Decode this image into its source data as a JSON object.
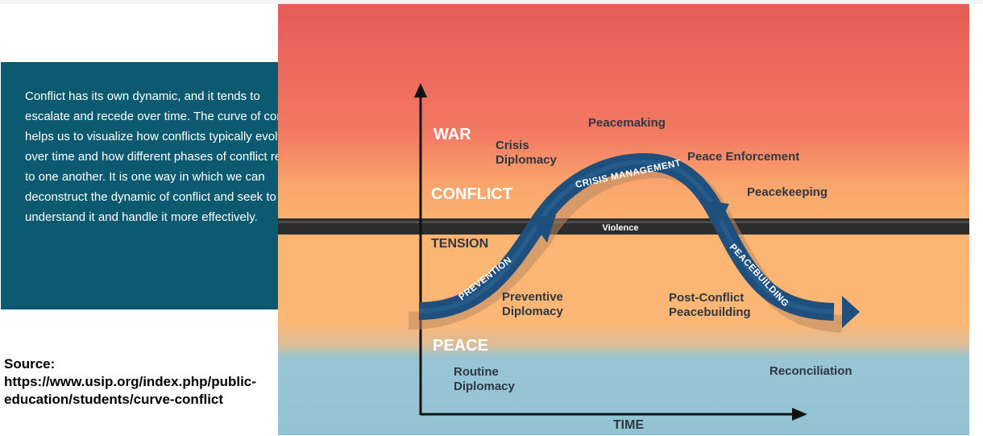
{
  "info": {
    "text": "Conflict has its own dynamic, and it tends to escalate and recede over time. The curve of conflict helps us to visualize how conflicts typically evolve over time and how different phases of conflict relate to one another. It is one way in which we can deconstruct the dynamic of conflict and seek to understand it and handle it more effectively."
  },
  "source": {
    "heading": "Source:",
    "url_line1": "https://www.usip.org/index.php/public-",
    "url_line2": "education/students/curve-conflict"
  },
  "diagram": {
    "zones": {
      "war": "WAR",
      "conflict": "CONFLICT",
      "tension": "TENSION",
      "peace": "PEACE"
    },
    "axis": {
      "x_label": "TIME"
    },
    "band_label": "Violence",
    "arrow_labels": {
      "prevention": "PREVENTION",
      "crisis_management": "CRISIS MANAGEMENT",
      "peacebuilding": "PEACEBUILDING"
    },
    "labels": {
      "crisis_diplomacy_1": "Crisis",
      "crisis_diplomacy_2": "Diplomacy",
      "peacemaking": "Peacemaking",
      "peace_enforcement": "Peace Enforcement",
      "peacekeeping": "Peacekeeping",
      "preventive_diplomacy_1": "Preventive",
      "preventive_diplomacy_2": "Diplomacy",
      "post_conflict_1": "Post-Conflict",
      "post_conflict_2": "Peacebuilding",
      "routine_diplomacy_1": "Routine",
      "routine_diplomacy_2": "Diplomacy",
      "reconciliation": "Reconciliation"
    },
    "colors": {
      "war": "#e85f58",
      "conflict": "#f6a26a",
      "tension": "#fbb676",
      "peace": "#93c4d3",
      "arrow": "#1e4f7d",
      "violence_band": "#2b2b2b",
      "info_box": "#0c5a70"
    }
  }
}
